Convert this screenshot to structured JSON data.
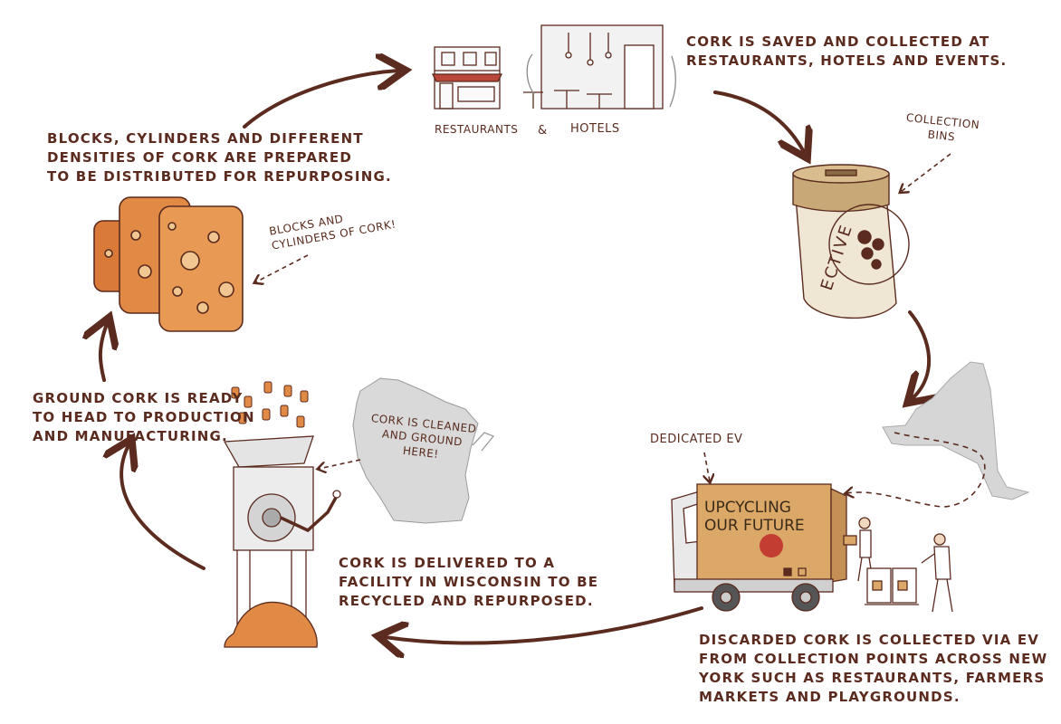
{
  "captions": {
    "collected": [
      "Cork is saved and collected at",
      "restaurants, hotels and events."
    ],
    "blocks": [
      "Blocks, cylinders and different",
      "densities of cork are prepared",
      "to be distributed for repurposing."
    ],
    "ground": [
      "Ground cork is ready",
      "to head to production",
      "and manufacturing."
    ],
    "delivered": [
      "Cork is delivered to a",
      "facility in Wisconsin to be",
      "recycled and repurposed."
    ],
    "discarded": [
      "Discarded cork is collected via EV",
      "from collection points across New",
      "York such as restaurants, farmers",
      "markets and playgrounds."
    ]
  },
  "labels": {
    "restaurants": "Restaurants",
    "ampersand": "&",
    "hotels": "Hotels",
    "collection_bins": [
      "Collection",
      "bins"
    ],
    "blocks_note": [
      "Blocks and",
      "cylinders of cork!"
    ],
    "cleaned_note": [
      "Cork is cleaned",
      "and ground",
      "here!"
    ],
    "dedicated_ev": "Dedicated EV",
    "truck_text": [
      "UPCYCLING",
      "OUR FUTURE"
    ],
    "bin_text": "ECTIVE"
  },
  "colors": {
    "ink": "#5a2b1e",
    "cork": "#e08a45",
    "map_gray": "#d6d6d6",
    "bin_body": "#efe6d4",
    "bin_lid": "#c9a877"
  }
}
